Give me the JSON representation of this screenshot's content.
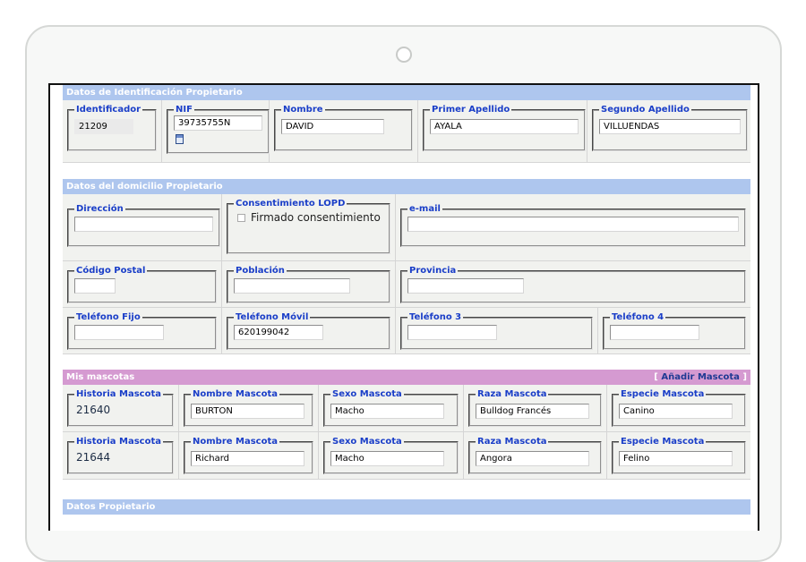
{
  "colors": {
    "section_blue": "#aec6ee",
    "section_pink": "#d59ad1",
    "legend_blue": "#1a3ec8"
  },
  "owner_id": {
    "title": "Datos de Identificación Propietario",
    "fields": [
      {
        "label": "Identificador",
        "value": "21209"
      },
      {
        "label": "NIF",
        "value": "39735755N"
      },
      {
        "label": "Nombre",
        "value": "DAVID"
      },
      {
        "label": "Primer Apellido",
        "value": "AYALA"
      },
      {
        "label": "Segundo Apellido",
        "value": "VILLUENDAS"
      }
    ]
  },
  "address": {
    "title": "Datos del domicilio Propietario",
    "direccion": {
      "label": "Dirección",
      "value": ""
    },
    "lopd": {
      "label": "Consentimiento LOPD",
      "checkbox_label": "Firmado consentimiento",
      "checked": false
    },
    "email": {
      "label": "e-mail",
      "value": ""
    },
    "codigo_postal": {
      "label": "Código Postal",
      "value": ""
    },
    "poblacion": {
      "label": "Población",
      "value": ""
    },
    "provincia": {
      "label": "Provincia",
      "value": ""
    },
    "telefono_fijo": {
      "label": "Teléfono Fijo",
      "value": ""
    },
    "telefono_movil": {
      "label": "Teléfono Móvil",
      "value": "620199042"
    },
    "telefono_3": {
      "label": "Teléfono 3",
      "value": ""
    },
    "telefono_4": {
      "label": "Teléfono 4",
      "value": ""
    }
  },
  "pets": {
    "title": "Mis mascotas",
    "add_label": "Añadir Mascota",
    "bracket_open": "[",
    "bracket_close": "]",
    "columns": [
      "Historia Mascota",
      "Nombre Mascota",
      "Sexo Mascota",
      "Raza Mascota",
      "Especie Mascota"
    ],
    "rows": [
      {
        "historia": "21640",
        "nombre": "BURTON",
        "sexo": "Macho",
        "raza": "Bulldog Francés",
        "especie": "Canino"
      },
      {
        "historia": "21644",
        "nombre": "Richard",
        "sexo": "Macho",
        "raza": "Angora",
        "especie": "Felino"
      }
    ]
  },
  "owner_data": {
    "title": "Datos Propietario"
  }
}
